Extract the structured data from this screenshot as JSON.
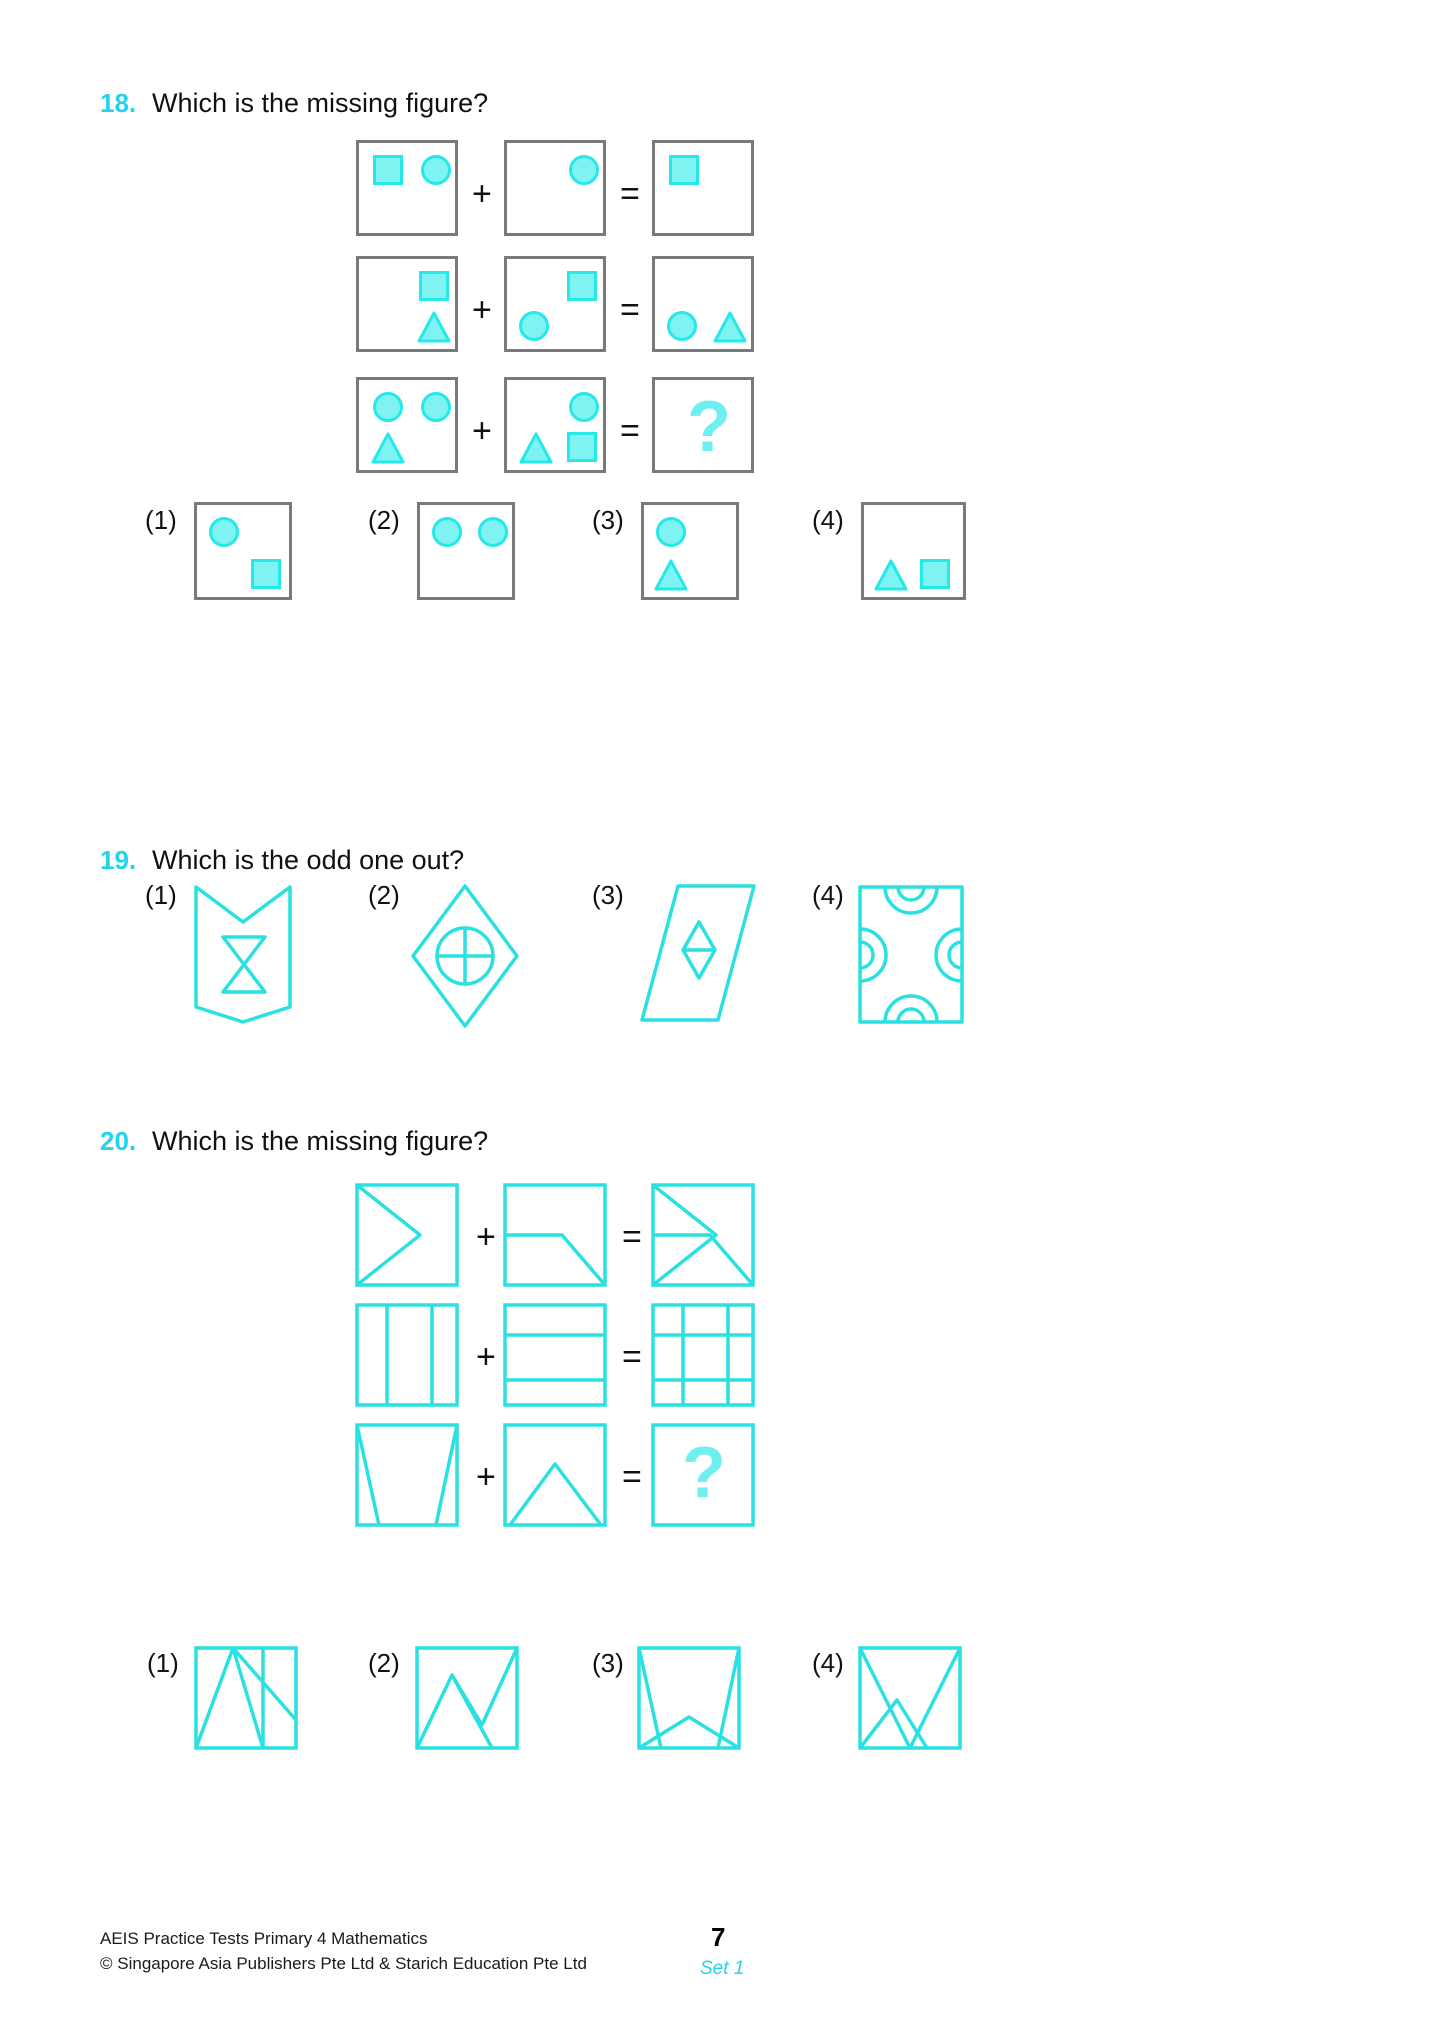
{
  "page": {
    "number": "7",
    "set_label": "Set 1",
    "footer_line1": "AEIS Practice Tests Primary 4 Mathematics",
    "footer_line2": "© Singapore Asia Publishers Pte Ltd & Starich Education Pte Ltd",
    "accent_color": "#22d3ee",
    "shape_fill": "#7ff2f2",
    "shape_stroke": "#25e8e8",
    "box_border": "#7a7a7a",
    "line_color": "#2ae0e0"
  },
  "questions": [
    {
      "number": "18.",
      "text": "Which is the missing figure?",
      "type": "matrix-addition",
      "operators": {
        "plus": "+",
        "equals": "=",
        "missing": "?"
      },
      "rows": [
        {
          "a": [
            "square-top-left",
            "circle-top-right"
          ],
          "b": [
            "circle-top-right"
          ],
          "c": [
            "square-top-left"
          ]
        },
        {
          "a": [
            "square-top-right",
            "triangle-bottom-right"
          ],
          "b": [
            "square-top-right",
            "circle-bottom-left"
          ],
          "c": [
            "circle-bottom-left",
            "triangle-bottom-right"
          ]
        },
        {
          "a": [
            "circle-top-left",
            "circle-top-right",
            "triangle-bottom-left"
          ],
          "b": [
            "circle-top-right",
            "triangle-bottom-left",
            "square-bottom-right"
          ],
          "c": [
            "question-mark"
          ]
        }
      ],
      "options": [
        {
          "label": "(1)",
          "shapes": [
            "circle-top-left",
            "square-bottom-right"
          ]
        },
        {
          "label": "(2)",
          "shapes": [
            "circle-top-left",
            "circle-top-right"
          ]
        },
        {
          "label": "(3)",
          "shapes": [
            "circle-top-left",
            "triangle-bottom-left"
          ]
        },
        {
          "label": "(4)",
          "shapes": [
            "triangle-bottom-left",
            "square-bottom-right"
          ]
        }
      ]
    },
    {
      "number": "19.",
      "text": "Which is the odd one out?",
      "type": "odd-one-out",
      "options": [
        {
          "label": "(1)",
          "shape": "banner-with-hourglass"
        },
        {
          "label": "(2)",
          "shape": "rhombus-with-crossed-circle"
        },
        {
          "label": "(3)",
          "shape": "parallelogram-with-small-rhombus"
        },
        {
          "label": "(4)",
          "shape": "rectangle-with-four-arcs"
        }
      ]
    },
    {
      "number": "20.",
      "text": "Which is the missing figure?",
      "type": "matrix-addition",
      "operators": {
        "plus": "+",
        "equals": "=",
        "missing": "?"
      },
      "rows": [
        {
          "a": "square-with-right-arrow",
          "b": "square-with-bent-line",
          "c": "square-with-diagonals-overlay"
        },
        {
          "a": "square-with-two-vertical-lines",
          "b": "square-with-two-horizontal-lines",
          "c": "square-with-grid-overlay"
        },
        {
          "a": "square-with-inward-trapezoid",
          "b": "square-with-peak-triangle",
          "c": "question-mark"
        }
      ],
      "options": [
        {
          "label": "(1)",
          "shape": "square-zigzag-a"
        },
        {
          "label": "(2)",
          "shape": "square-zigzag-b"
        },
        {
          "label": "(3)",
          "shape": "square-zigzag-c"
        },
        {
          "label": "(4)",
          "shape": "square-zigzag-d"
        }
      ]
    }
  ]
}
